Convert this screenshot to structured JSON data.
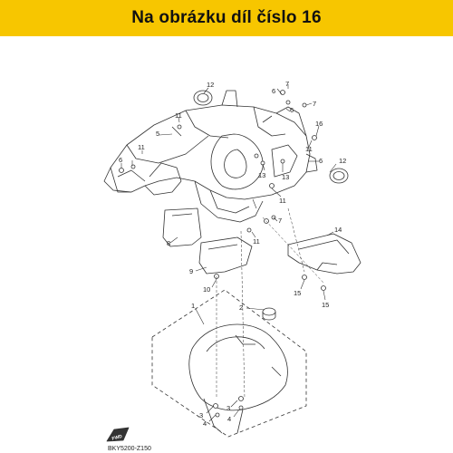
{
  "banner": {
    "text": "Na obrázku díl číslo 16",
    "background_color": "#f7c600"
  },
  "diagram": {
    "callouts": [
      {
        "id": "c12a",
        "text": "12"
      },
      {
        "id": "c6a",
        "text": "6"
      },
      {
        "id": "c7a",
        "text": "7"
      },
      {
        "id": "c7b",
        "text": "7"
      },
      {
        "id": "c6b",
        "text": "6"
      },
      {
        "id": "c11a",
        "text": "11"
      },
      {
        "id": "c5",
        "text": "5"
      },
      {
        "id": "c16",
        "text": "16"
      },
      {
        "id": "c11b",
        "text": "11"
      },
      {
        "id": "c6c",
        "text": "6"
      },
      {
        "id": "c12b",
        "text": "12"
      },
      {
        "id": "c6d",
        "text": "6"
      },
      {
        "id": "c13a",
        "text": "13"
      },
      {
        "id": "c13b",
        "text": "13"
      },
      {
        "id": "c11c",
        "text": "11"
      },
      {
        "id": "c11d",
        "text": "11"
      },
      {
        "id": "c8",
        "text": "8"
      },
      {
        "id": "c7c",
        "text": "7"
      },
      {
        "id": "c14",
        "text": "14"
      },
      {
        "id": "c11e",
        "text": "11"
      },
      {
        "id": "c9",
        "text": "9"
      },
      {
        "id": "c10",
        "text": "10"
      },
      {
        "id": "c15a",
        "text": "15"
      },
      {
        "id": "c15b",
        "text": "15"
      },
      {
        "id": "c1",
        "text": "1"
      },
      {
        "id": "c2",
        "text": "2"
      },
      {
        "id": "c3a",
        "text": "3"
      },
      {
        "id": "c4a",
        "text": "4"
      },
      {
        "id": "c3b",
        "text": "3"
      },
      {
        "id": "c4b",
        "text": "4"
      }
    ],
    "forward_marker": "FWD",
    "catalog_code": "BKY5200-Z150",
    "line_color": "#333333"
  }
}
